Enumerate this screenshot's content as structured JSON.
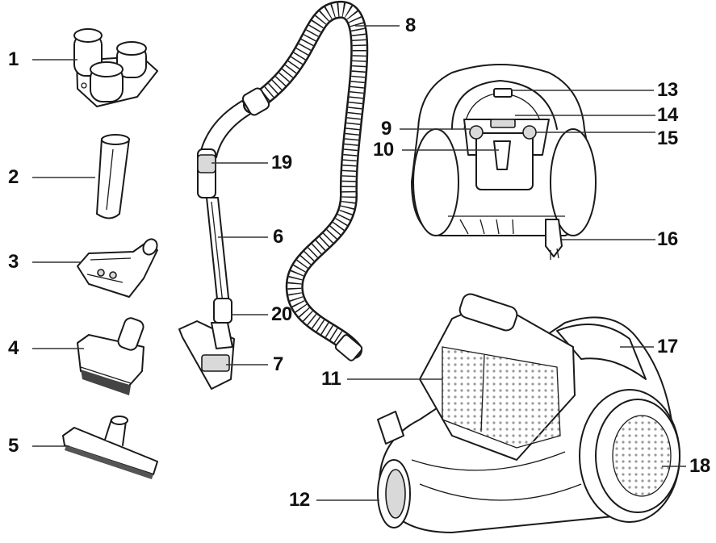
{
  "colors": {
    "line": "#1a1a1a",
    "label": "#111111",
    "shade": "#d9d9d9"
  },
  "labels": {
    "l1": "1",
    "l2": "2",
    "l3": "3",
    "l4": "4",
    "l5": "5",
    "l6": "6",
    "l7": "7",
    "l8": "8",
    "l9": "9",
    "l10": "10",
    "l11": "11",
    "l12": "12",
    "l13": "13",
    "l14": "14",
    "l15": "15",
    "l16": "16",
    "l17": "17",
    "l18": "18",
    "l19": "19",
    "l20": "20"
  }
}
